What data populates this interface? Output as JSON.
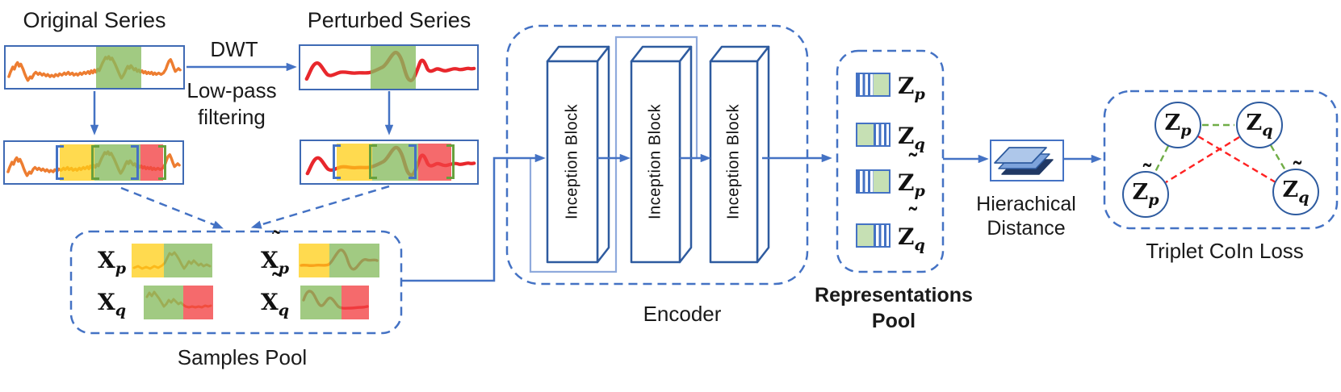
{
  "flow": {
    "original_title": "Original Series",
    "perturbed_title": "Perturbed Series",
    "dwt_label": "DWT",
    "lowpass_line1": "Low-pass",
    "lowpass_line2": "filtering"
  },
  "samples_pool": {
    "label": "Samples Pool",
    "items": [
      {
        "base": "X",
        "sub": "p",
        "tilde": ""
      },
      {
        "base": "X",
        "sub": "q",
        "tilde": ""
      },
      {
        "base": "X",
        "sub": "p",
        "tilde": "˜"
      },
      {
        "base": "X",
        "sub": "q",
        "tilde": "˜"
      }
    ]
  },
  "encoder": {
    "label": "Encoder",
    "blocks": [
      {
        "label": "Inception Block"
      },
      {
        "label": "Inception Block"
      },
      {
        "label": "Inception Block"
      }
    ]
  },
  "reps_pool": {
    "label_line1": "Representations",
    "label_line2": "Pool",
    "items": [
      {
        "base": "Z",
        "sub": "p",
        "tilde": ""
      },
      {
        "base": "Z",
        "sub": "q",
        "tilde": ""
      },
      {
        "base": "Z",
        "sub": "p",
        "tilde": "˜"
      },
      {
        "base": "Z",
        "sub": "q",
        "tilde": "˜"
      }
    ]
  },
  "hierarchical_distance": {
    "label_line1": "Hierachical",
    "label_line2": "Distance"
  },
  "triplet_loss": {
    "label": "Triplet CoIn Loss",
    "nodes": [
      {
        "base": "Z",
        "sub": "p",
        "tilde": ""
      },
      {
        "base": "Z",
        "sub": "q",
        "tilde": ""
      },
      {
        "base": "Z",
        "sub": "p",
        "tilde": "˜"
      },
      {
        "base": "Z",
        "sub": "q",
        "tilde": "˜"
      }
    ]
  },
  "colors": {
    "accent_blue": "#4472C4",
    "dark_blue": "#2E5B9F",
    "orange_series": "#ED7D31",
    "red_series": "#E8272C",
    "green_region": "#A9D18E",
    "yellow_region": "#FFD966",
    "red_region": "#F4696B",
    "icon_green": "#C6E0B4",
    "positive_link_green": "#70AD47",
    "negative_link_red": "#FF2222",
    "skip_line_blue": "#8FAADC",
    "layer_light": "#AEC7EA",
    "layer_mid": "#7DA3DC",
    "layer_dark": "#203864"
  }
}
